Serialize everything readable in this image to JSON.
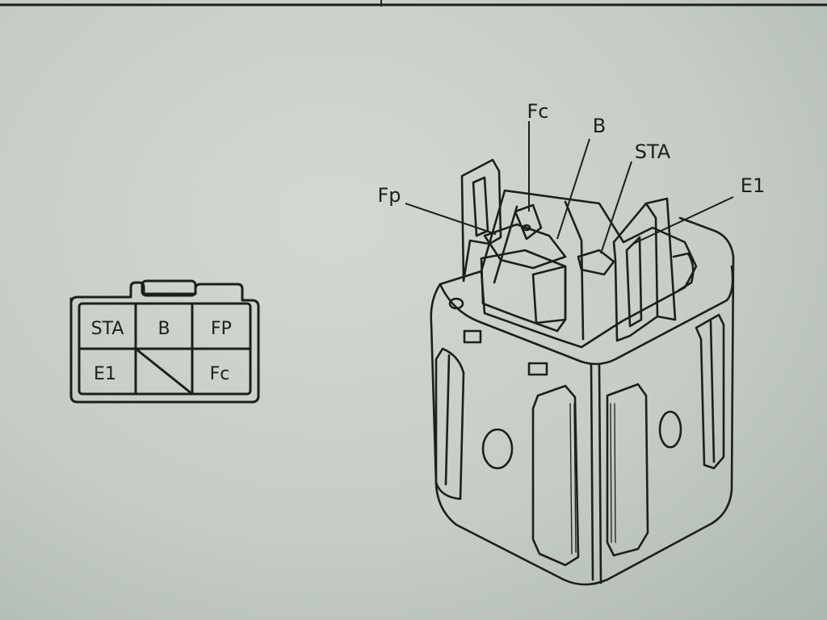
{
  "connector_face": {
    "cells": [
      "STA",
      "B",
      "FP",
      "E1",
      "Fc"
    ]
  },
  "relay_pins": {
    "callouts": [
      "Fc",
      "B",
      "STA",
      "Fp",
      "E1"
    ]
  },
  "colors": {
    "paper": "#c5cdc5",
    "ink": "#1e1e1e"
  }
}
